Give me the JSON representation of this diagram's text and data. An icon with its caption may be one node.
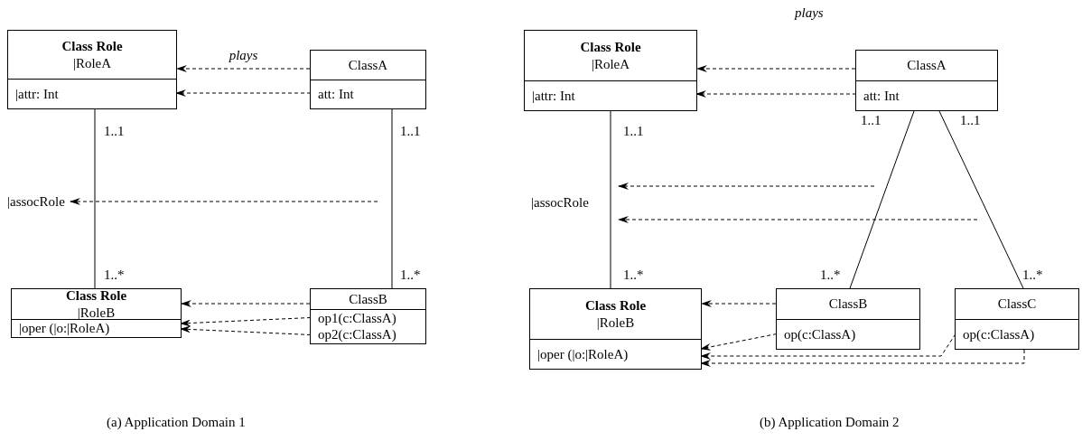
{
  "diagram": {
    "nodes": [
      {
        "text": [
          "Class Role",
          "|RoleA"
        ]
      },
      {
        "text": [
          "|attr: Int"
        ],
        "in": 0
      },
      {
        "text": [
          "ClassA"
        ]
      },
      {
        "text": [
          "att: Int"
        ],
        "in": 2
      },
      {
        "text": [
          "|assocRole"
        ]
      },
      {
        "text": [
          "Class Role",
          "|RoleB"
        ]
      },
      {
        "text": [
          "|oper (|o:|RoleA)"
        ],
        "in": 5
      },
      {
        "text": [
          "ClassB"
        ]
      },
      {
        "text": [
          "op1(c:ClassA)"
        ],
        "in": 7
      },
      {
        "text": [
          "op2(c:ClassA)"
        ],
        "in": 7
      },
      {
        "text": [
          "Class Role",
          "|RoleA"
        ]
      },
      {
        "text": [
          "|attr: Int"
        ],
        "in": 10
      },
      {
        "text": [
          "ClassA"
        ]
      },
      {
        "text": [
          "att: Int"
        ],
        "in": 12
      },
      {
        "text": [
          "|assocRole"
        ]
      },
      {
        "text": [
          "Class Role",
          "|RoleB"
        ]
      },
      {
        "text": [
          "|oper (|o:|RoleA)"
        ],
        "in": 15
      },
      {
        "text": [
          "ClassB"
        ]
      },
      {
        "text": [
          "op(c:ClassA)"
        ],
        "in": 17
      },
      {
        "text": [
          "ClassC"
        ]
      },
      {
        "text": [
          "op(c:ClassA)"
        ],
        "in": 19
      }
    ],
    "edges": [
      {
        "from": 2,
        "to": 0,
        "arrow": "to",
        "style": "dashed",
        "label": "plays"
      },
      {
        "from": 3,
        "to": 1,
        "arrow": "to",
        "style": "dashed"
      },
      {
        "from": 0,
        "to": 5,
        "arrow": "none"
      },
      {
        "from": 2,
        "to": 7,
        "arrow": "none"
      },
      {
        "from": null,
        "to": 4,
        "arrow": "to",
        "style": "dashed"
      },
      {
        "from": 7,
        "to": 5,
        "arrow": "to",
        "style": "dashed"
      },
      {
        "from": 8,
        "to": 6,
        "arrow": "to",
        "style": "dashed"
      },
      {
        "from": 9,
        "to": 6,
        "arrow": "to",
        "style": "dashed"
      },
      {
        "from": 12,
        "to": 10,
        "arrow": "to",
        "style": "dashed"
      },
      {
        "from": 13,
        "to": 11,
        "arrow": "to",
        "style": "dashed"
      },
      {
        "from": 10,
        "to": 15,
        "arrow": "none"
      },
      {
        "from": 12,
        "to": 17,
        "arrow": "none"
      },
      {
        "from": 12,
        "to": 19,
        "arrow": "none"
      },
      {
        "from": null,
        "to": 14,
        "arrow": "to",
        "style": "dashed"
      },
      {
        "from": null,
        "to": 14,
        "arrow": "to",
        "style": "dashed"
      },
      {
        "from": 17,
        "to": 15,
        "arrow": "to",
        "style": "dashed"
      },
      {
        "from": 18,
        "to": 16,
        "arrow": "to",
        "style": "dashed"
      },
      {
        "from": 20,
        "to": 16,
        "arrow": "to",
        "style": "dashed"
      },
      {
        "from": 19,
        "to": 16,
        "arrow": "to",
        "style": "dashed"
      }
    ],
    "labels": [
      "1..1",
      "1..1",
      "1..*",
      "1..*",
      "plays",
      "1..1",
      "1..1",
      "1..1",
      "1..*",
      "1..*",
      "1..*",
      "(a) Application Domain 1",
      "(b) Application Domain 2"
    ]
  }
}
